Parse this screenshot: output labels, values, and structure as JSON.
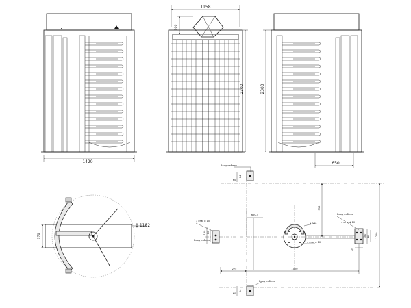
{
  "front_view": {
    "width_label": "1420"
  },
  "side_view": {
    "top_width_label": "1158",
    "top_height_label": "300",
    "height_label": "2300"
  },
  "rear_view": {
    "height_label": "2300",
    "depth_label": "650"
  },
  "plan_view": {
    "depth_label": "370",
    "diameter_label": "ϕ 1182"
  },
  "foundation_plan": {
    "cable_entry_top": "Ввод кабеля",
    "cable_entry_bottom": "Ввод кабеля",
    "cable_entry_left": "Ввод кабеля",
    "cable_entry_right": "Ввод кабеля",
    "left_hole_label": "3 отв. ϕ 10",
    "right_hole_label": "4 отв. ϕ 10",
    "rotor_diameter_label": "ϕ 289",
    "rotor_holes_label": "4 отв. ϕ 10",
    "center_dim": "620,5",
    "right_vertical_dim": "318",
    "far_right_dim": "1210",
    "bottom_left_dim": "275",
    "bottom_mid_dim": "1020",
    "left_small_dim_1": "150",
    "left_small_dim_2": "80",
    "right_small_dim_1": "150",
    "right_small_dim_2": "80",
    "right_small_dim_3": "70",
    "top_small_dim_1": "60",
    "top_small_dim_2": "84",
    "bottom_small_dim_1": "60",
    "bottom_small_dim_2": "84"
  }
}
